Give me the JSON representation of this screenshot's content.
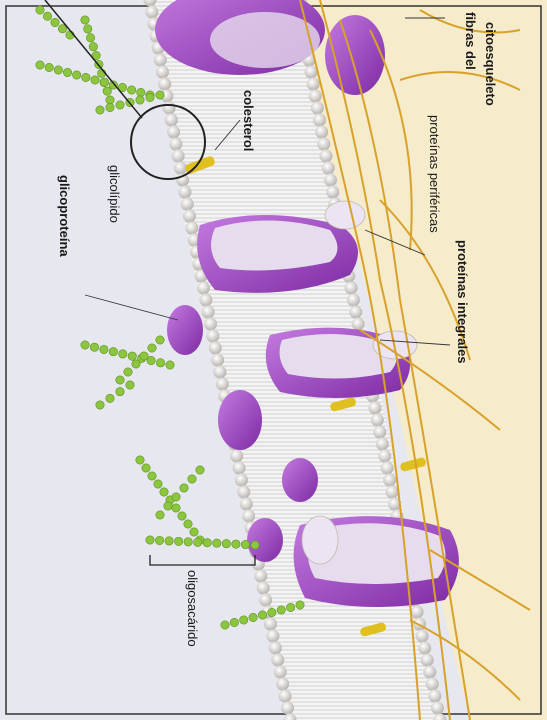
{
  "diagram": {
    "labels": {
      "fibras_del": "fibras del",
      "citoesqueleto": "citoesqueleto",
      "proteinas_perifericas": "proteínas periféricas",
      "proteinas_integrales": "proteínas integrales",
      "colesterol": "colesterol",
      "glicolipido": "glicolípido",
      "glicoproteina": "glicoproteína",
      "oligosacarido": "oligosacárido"
    },
    "colors": {
      "background_left": "#e7e7ef",
      "background_right": "#f6eccb",
      "lipid_head": "#d9d4d0",
      "protein": "#9b3fc1",
      "protein_light": "#e6dcee",
      "cholesterol": "#e0c020",
      "sugar_chain": "#8cc63f",
      "fiber": "#d8a12a"
    }
  }
}
